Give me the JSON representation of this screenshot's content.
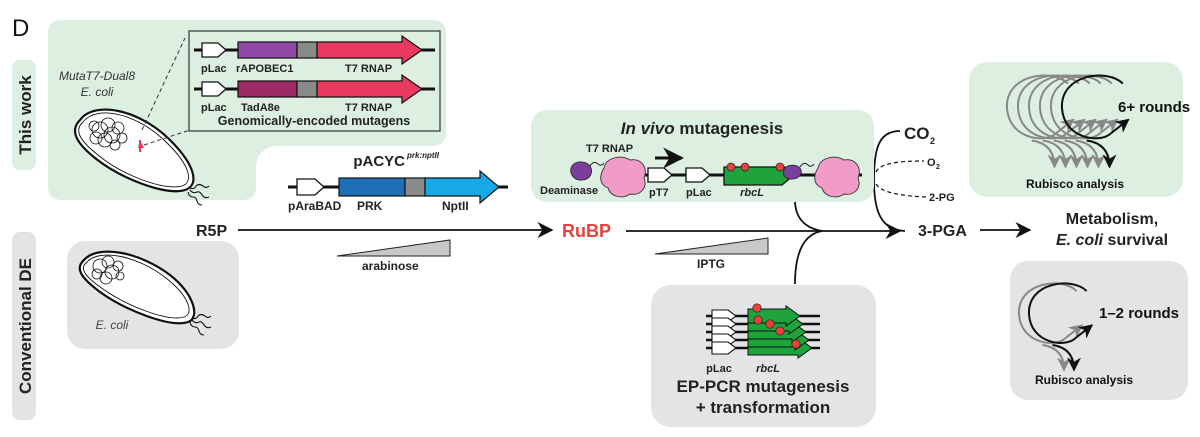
{
  "panel_label": "D",
  "colors": {
    "green_panel": "#dcefe1",
    "grey_panel": "#e3e4e6",
    "rapobec": "#8e4aa5",
    "tada": "#9c2a66",
    "t7rnap": "#e83a5e",
    "linker": "#8a8a8a",
    "prk": "#1e6fb5",
    "nptii": "#17a8e6",
    "rbcl": "#1fa33c",
    "mutation": "#e8423d",
    "rubp": "#e8423d",
    "polymerase": "#f19cc6",
    "deaminase": "#7a3e9d",
    "round_grey": "#888888"
  },
  "rows": {
    "this_work": "This work",
    "conventional": "Conventional DE"
  },
  "this_work_panel": {
    "strain_name": "MutaT7-Dual8",
    "strain_org": "E. coli",
    "inset": {
      "constructs": [
        {
          "promoter": "pLac",
          "gene": "rAPOBEC1",
          "fusion": "T7 RNAP"
        },
        {
          "promoter": "pLac",
          "gene": "TadA8e",
          "fusion": "T7 RNAP"
        }
      ],
      "caption": "Genomically-encoded mutagens"
    }
  },
  "conventional_panel": {
    "strain_org": "E. coli"
  },
  "plasmid": {
    "name": "pACYC",
    "superscript": "prk:nptII",
    "promoter": "pAraBAD",
    "gene1": "PRK",
    "gene2": "NptII"
  },
  "pathway": {
    "substrate": "R5P",
    "inducer1": "arabinose",
    "intermediate": "RuBP",
    "inducer2": "IPTG",
    "co2": "CO",
    "co2_sub": "2",
    "o2": "O",
    "o2_sub": "2",
    "side_product": "2-PG",
    "product": "3-PGA",
    "outcome_line1": "Metabolism,",
    "outcome_line2_italic": "E. coli",
    "outcome_line2_rest": " survival"
  },
  "in_vivo": {
    "title_italic": "In vivo",
    "title_rest": " mutagenesis",
    "polymerase_label": "T7 RNAP",
    "deaminase_label": "Deaminase",
    "promoter1": "pT7",
    "promoter2": "pLac",
    "gene": "rbcL"
  },
  "ep_pcr": {
    "promoter": "pLac",
    "gene": "rbcL",
    "line1": "EP-PCR mutagenesis",
    "line2": "+ transformation"
  },
  "rounds_this_work": {
    "label": "6+ rounds",
    "analysis": "Rubisco analysis",
    "count": 6
  },
  "rounds_conventional": {
    "label": "1–2 rounds",
    "analysis": "Rubisco analysis",
    "count": 2
  }
}
